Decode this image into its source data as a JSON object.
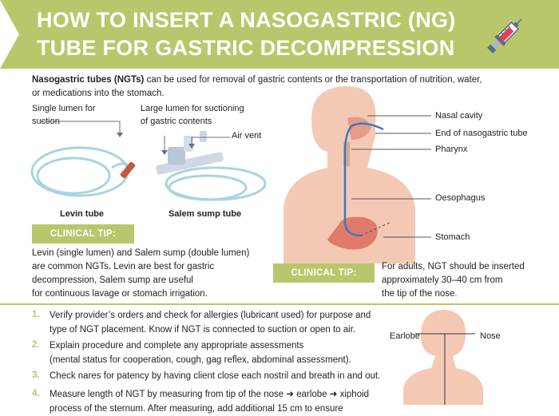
{
  "header": {
    "title_line1": "HOW TO INSERT A NASOGASTRIC (NG)",
    "title_line2": "TUBE FOR GASTRIC DECOMPRESSION",
    "icon": "syringe-icon"
  },
  "intro": {
    "bold": "Nasogastric tubes (NGTs)",
    "rest_line1": " can be used for removal of gastric contents or the transportation of nutrition, water,",
    "line2": "or medications into the stomach."
  },
  "tubes": {
    "single_lumen_line1": "Single lumen for",
    "single_lumen_line2": "suction",
    "large_lumen_line1": "Large lumen for suctioning",
    "large_lumen_line2": "of gastric contents",
    "air_vent": "Air vent",
    "levin_caption": "Levin tube",
    "salem_caption": "Salem sump tube"
  },
  "clinical_tip_1": {
    "label": "CLINICAL TIP:",
    "line1": "Levin (single lumen) and Salem sump (double lumen)",
    "line2": "are common NGTs. Levin are best for gastric",
    "line3": "decompression, Salem sump are useful",
    "line4": "for continuous lavage or stomach irrigation."
  },
  "anatomy": {
    "nasal_cavity": "Nasal cavity",
    "end_of_tube": "End of nasogastric tube",
    "pharynx": "Pharynx",
    "oesophagus": "Oesophagus",
    "stomach": "Stomach"
  },
  "clinical_tip_2": {
    "label": "CLINICAL TIP:",
    "line1": "For adults, NGT should be inserted",
    "line2": "approximately 30–40 cm from",
    "line3": "the tip of the nose."
  },
  "steps": [
    {
      "num": "1.",
      "line1": "Verify provider’s orders and check for allergies (lubricant used) for purpose and",
      "line2": "type of NGT placement. Know if NGT is connected to suction or open to air."
    },
    {
      "num": "2.",
      "line1": "Explain procedure and complete any appropriate assessments",
      "line2": "(mental status for cooperation, cough, gag reflex, abdominal assessment)."
    },
    {
      "num": "3.",
      "line1": "Check nares for patency by having client close each nostril and breath in and out.",
      "line2": ""
    },
    {
      "num": "4.",
      "line1": "Measure length of NGT by measuring from tip of the nose ➜ earlobe ➜ xiphoid",
      "line2": "process of the sternum. After measuring, add additional 15 cm to ensure"
    }
  ],
  "measure_figure": {
    "earlobe": "Earlobe",
    "nose": "Nose"
  },
  "colors": {
    "accent": "#b7c76b",
    "skin": "#f3c9b3",
    "tube_blue": "#3a78c3"
  }
}
